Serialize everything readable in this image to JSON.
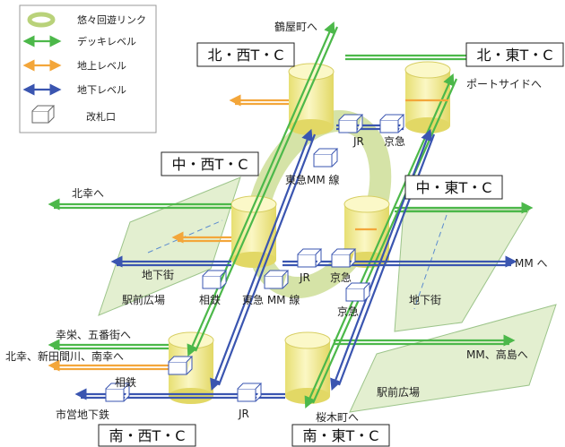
{
  "colors": {
    "deck": "#4cb84a",
    "ground": "#f3a63a",
    "underground": "#3a55b0",
    "loop": "#c7d98a",
    "plaza": "#e3efd0",
    "cylinder": "#f4f0a0",
    "gate": "#ffffff"
  },
  "legend": {
    "loop": "悠々回遊リンク",
    "deck": "デッキレベル",
    "ground": "地上レベル",
    "underground": "地下レベル",
    "gate": "改札口"
  },
  "terminals": {
    "north_west": "北・西T・C",
    "north_east": "北・東T・C",
    "mid_west": "中・西T・C",
    "mid_east": "中・東T・C",
    "south_west": "南・西T・C",
    "south_east": "南・東T・C"
  },
  "destinations": {
    "tsuruya": "鶴屋町へ",
    "portside": "ポートサイドへ",
    "kitasaiwai": "北幸へ",
    "mm": "MM へ",
    "kouei": "幸栄、五番街へ",
    "kitasaiwai_nitta": "北幸、新田間川、南幸へ",
    "mm_takashima": "MM、高島へ",
    "sakuragicho": "桜木町へ",
    "shiei": "市営地下鉄"
  },
  "stations": {
    "jr_north": "JR",
    "keikyu_north": "京急",
    "toyoko_mm_mid": "東急MM 線",
    "jr_mid": "JR",
    "keikyu_mid": "京急",
    "sotetsu_mid": "相鉄",
    "toyoko_mm_low": "東急 MM 線",
    "keikyu_low": "京急",
    "sotetsu_south": "相鉄",
    "jr_south": "JR"
  },
  "areas": {
    "chikagai_west": "地下街",
    "ekimae_west": "駅前広場",
    "chikagai_east": "地下街",
    "ekimae_east": "駅前広場"
  }
}
